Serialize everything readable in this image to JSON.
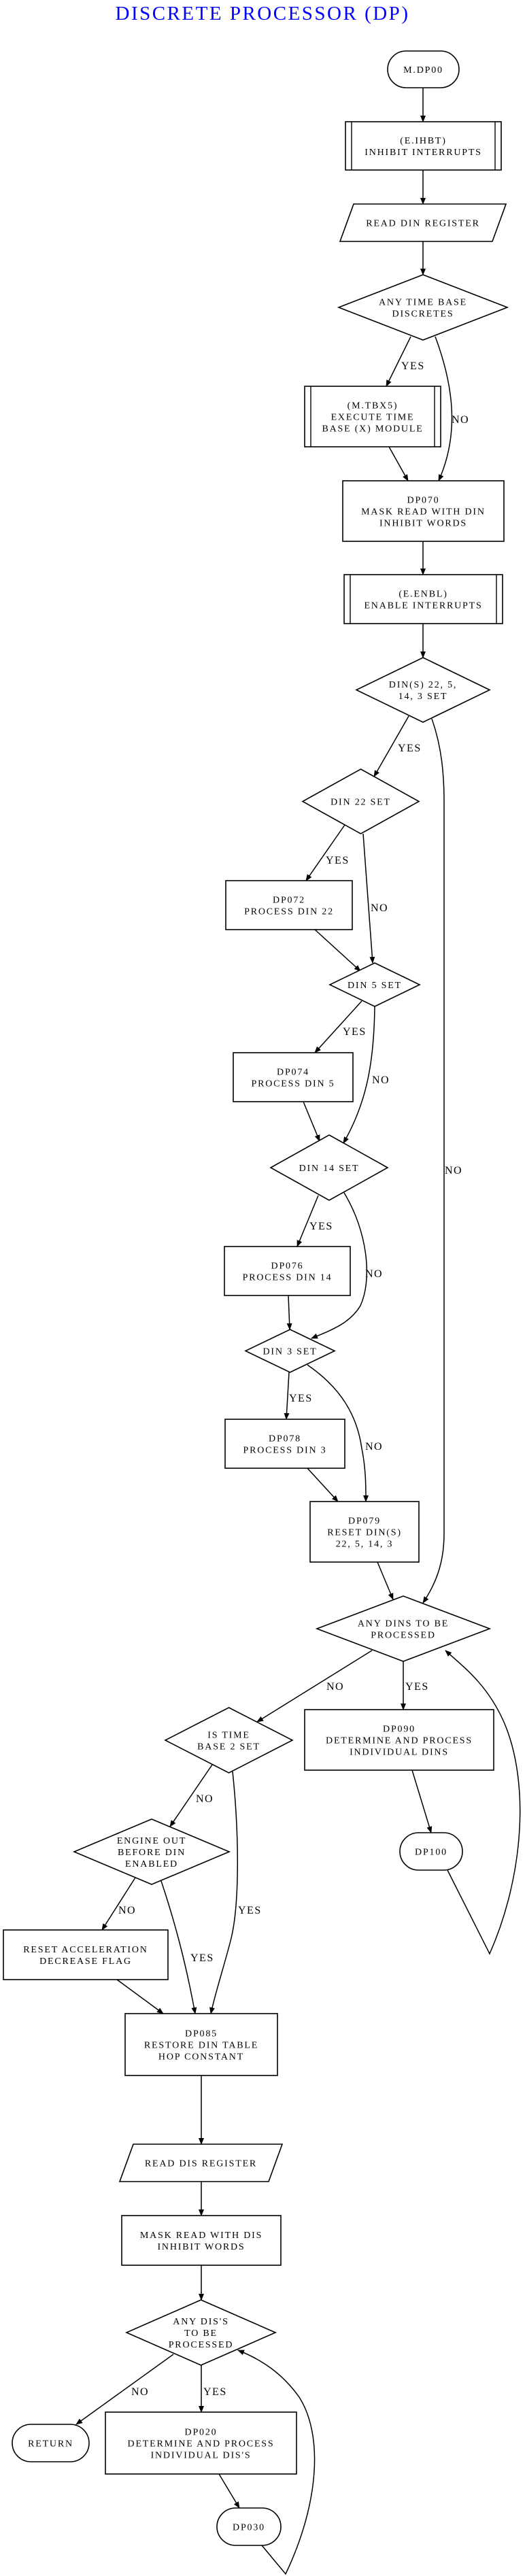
{
  "title": "DISCRETE PROCESSOR (DP)",
  "colors": {
    "title": "#0000ff",
    "lines": "#000000",
    "background": "#ffffff"
  },
  "nodes": {
    "start": {
      "type": "terminator",
      "lines": [
        "M.DP00"
      ]
    },
    "ihbt": {
      "type": "predefined-process",
      "lines": [
        "(E.IHBT)",
        "INHIBIT INTERRUPTS"
      ]
    },
    "read_din": {
      "type": "input",
      "lines": [
        "READ DIN REGISTER"
      ]
    },
    "any_tb": {
      "type": "decision",
      "lines": [
        "ANY TIME BASE",
        "DISCRETES"
      ]
    },
    "tbx5": {
      "type": "predefined-process",
      "lines": [
        "(M.TBX5)",
        "EXECUTE TIME",
        "BASE (X) MODULE"
      ]
    },
    "dp070": {
      "type": "process",
      "lines": [
        "DP070",
        "MASK READ WITH DIN",
        "INHIBIT WORDS"
      ]
    },
    "enbl": {
      "type": "predefined-process",
      "lines": [
        "(E.ENBL)",
        "ENABLE INTERRUPTS"
      ]
    },
    "dins_set": {
      "type": "decision",
      "lines": [
        "DIN(S) 22, 5,",
        "14, 3 SET"
      ]
    },
    "din22": {
      "type": "decision",
      "lines": [
        "DIN 22 SET"
      ]
    },
    "dp072": {
      "type": "process",
      "lines": [
        "DP072",
        "PROCESS DIN 22"
      ]
    },
    "din5": {
      "type": "decision",
      "lines": [
        "DIN 5 SET"
      ]
    },
    "dp074": {
      "type": "process",
      "lines": [
        "DP074",
        "PROCESS DIN 5"
      ]
    },
    "din14": {
      "type": "decision",
      "lines": [
        "DIN 14 SET"
      ]
    },
    "dp076": {
      "type": "process",
      "lines": [
        "DP076",
        "PROCESS DIN 14"
      ]
    },
    "din3": {
      "type": "decision",
      "lines": [
        "DIN 3 SET"
      ]
    },
    "dp078": {
      "type": "process",
      "lines": [
        "DP078",
        "PROCESS DIN 3"
      ]
    },
    "dp079": {
      "type": "process",
      "lines": [
        "DP079",
        "RESET DIN(S)",
        "22, 5, 14, 3"
      ]
    },
    "any_dins": {
      "type": "decision",
      "lines": [
        "ANY DINS TO BE",
        "PROCESSED"
      ]
    },
    "dp090": {
      "type": "process",
      "lines": [
        "DP090",
        "DETERMINE AND PROCESS",
        "INDIVIDUAL DINS"
      ]
    },
    "dp100": {
      "type": "terminator",
      "lines": [
        "DP100"
      ]
    },
    "tb2": {
      "type": "decision",
      "lines": [
        "IS TIME",
        "BASE 2 SET"
      ]
    },
    "eng_out": {
      "type": "decision",
      "lines": [
        "ENGINE OUT",
        "BEFORE DIN",
        "ENABLED"
      ]
    },
    "reset_acc": {
      "type": "process",
      "lines": [
        "RESET ACCELERATION",
        "DECREASE FLAG"
      ]
    },
    "dp085": {
      "type": "process",
      "lines": [
        "DP085",
        "RESTORE DIN TABLE",
        "HOP CONSTANT"
      ]
    },
    "read_dis": {
      "type": "input",
      "lines": [
        "READ DIS REGISTER"
      ]
    },
    "mask_dis": {
      "type": "process",
      "lines": [
        "MASK READ WITH DIS",
        "INHIBIT WORDS"
      ]
    },
    "any_dis": {
      "type": "decision",
      "lines": [
        "ANY DIS'S",
        "TO BE",
        "PROCESSED"
      ]
    },
    "return": {
      "type": "terminator",
      "lines": [
        "RETURN"
      ]
    },
    "dp020": {
      "type": "process",
      "lines": [
        "DP020",
        "DETERMINE AND PROCESS",
        "INDIVIDUAL DIS'S"
      ]
    },
    "dp030": {
      "type": "terminator",
      "lines": [
        "DP030"
      ]
    }
  },
  "edges": [
    {
      "from": "start",
      "to": "ihbt",
      "label": ""
    },
    {
      "from": "ihbt",
      "to": "read_din",
      "label": ""
    },
    {
      "from": "read_din",
      "to": "any_tb",
      "label": ""
    },
    {
      "from": "any_tb",
      "to": "tbx5",
      "label": "YES"
    },
    {
      "from": "any_tb",
      "to": "dp070",
      "label": "NO"
    },
    {
      "from": "tbx5",
      "to": "dp070",
      "label": ""
    },
    {
      "from": "dp070",
      "to": "enbl",
      "label": ""
    },
    {
      "from": "enbl",
      "to": "dins_set",
      "label": ""
    },
    {
      "from": "dins_set",
      "to": "din22",
      "label": "YES"
    },
    {
      "from": "dins_set",
      "to": "any_dins",
      "label": "NO"
    },
    {
      "from": "din22",
      "to": "dp072",
      "label": "YES"
    },
    {
      "from": "din22",
      "to": "din5",
      "label": "NO"
    },
    {
      "from": "dp072",
      "to": "din5",
      "label": ""
    },
    {
      "from": "din5",
      "to": "dp074",
      "label": "YES"
    },
    {
      "from": "din5",
      "to": "din14",
      "label": "NO"
    },
    {
      "from": "dp074",
      "to": "din14",
      "label": ""
    },
    {
      "from": "din14",
      "to": "dp076",
      "label": "YES"
    },
    {
      "from": "din14",
      "to": "din3",
      "label": "NO"
    },
    {
      "from": "dp076",
      "to": "din3",
      "label": ""
    },
    {
      "from": "din3",
      "to": "dp078",
      "label": "YES"
    },
    {
      "from": "din3",
      "to": "dp079",
      "label": "NO"
    },
    {
      "from": "dp078",
      "to": "dp079",
      "label": ""
    },
    {
      "from": "dp079",
      "to": "any_dins",
      "label": ""
    },
    {
      "from": "any_dins",
      "to": "dp090",
      "label": "YES"
    },
    {
      "from": "any_dins",
      "to": "tb2",
      "label": "NO"
    },
    {
      "from": "dp090",
      "to": "dp100",
      "label": ""
    },
    {
      "from": "dp100",
      "to": "any_dins",
      "label": ""
    },
    {
      "from": "tb2",
      "to": "eng_out",
      "label": "NO"
    },
    {
      "from": "tb2",
      "to": "dp085",
      "label": "YES"
    },
    {
      "from": "eng_out",
      "to": "reset_acc",
      "label": "NO"
    },
    {
      "from": "eng_out",
      "to": "dp085",
      "label": "YES"
    },
    {
      "from": "reset_acc",
      "to": "dp085",
      "label": ""
    },
    {
      "from": "dp085",
      "to": "read_dis",
      "label": ""
    },
    {
      "from": "read_dis",
      "to": "mask_dis",
      "label": ""
    },
    {
      "from": "mask_dis",
      "to": "any_dis",
      "label": ""
    },
    {
      "from": "any_dis",
      "to": "return",
      "label": "NO"
    },
    {
      "from": "any_dis",
      "to": "dp020",
      "label": "YES"
    },
    {
      "from": "dp020",
      "to": "dp030",
      "label": ""
    },
    {
      "from": "dp030",
      "to": "any_dis",
      "label": ""
    }
  ]
}
